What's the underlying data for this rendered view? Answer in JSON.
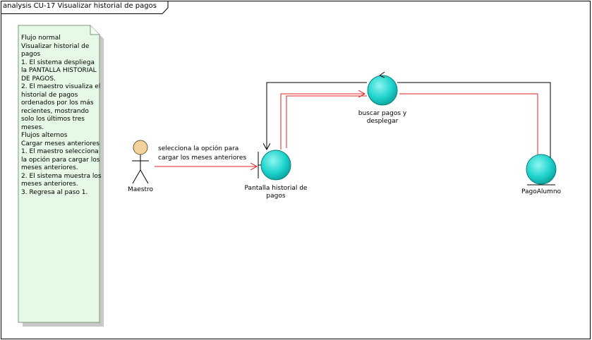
{
  "diagram": {
    "frame_title": "analysis CU-17 Visualizar historial de pagos",
    "note": {
      "lines": [
        "Flujo normal",
        "Visualizar historial de pagos",
        "1. El sistema despliega la PANTALLA HISTORIAL DE PAGOS.",
        "2. El maestro visualiza el historial de pagos ordenados por los más recientes, mostrando solo los últimos tres meses.",
        "Flujos alternos",
        "Cargar meses anteriores",
        "1. El maestro selecciona la opción para cargar los meses anteriores.",
        "2. El sistema muestra los meses anteriores.",
        "3. Regresa al paso 1."
      ]
    },
    "actor": {
      "name": "Maestro"
    },
    "boundary": {
      "name": "Pantalla historial de pagos"
    },
    "control": {
      "name": "buscar pagos y desplegar"
    },
    "entity": {
      "name": "PagoAlumno"
    },
    "message": {
      "line1": "selecciona la opción para",
      "line2": "cargar los meses anteriores"
    },
    "colors": {
      "note_fill": "#e6f8e6",
      "object_fill": "#1ccfc9",
      "actor_head": "#f2d19a",
      "flow_line": "#e02020"
    }
  }
}
